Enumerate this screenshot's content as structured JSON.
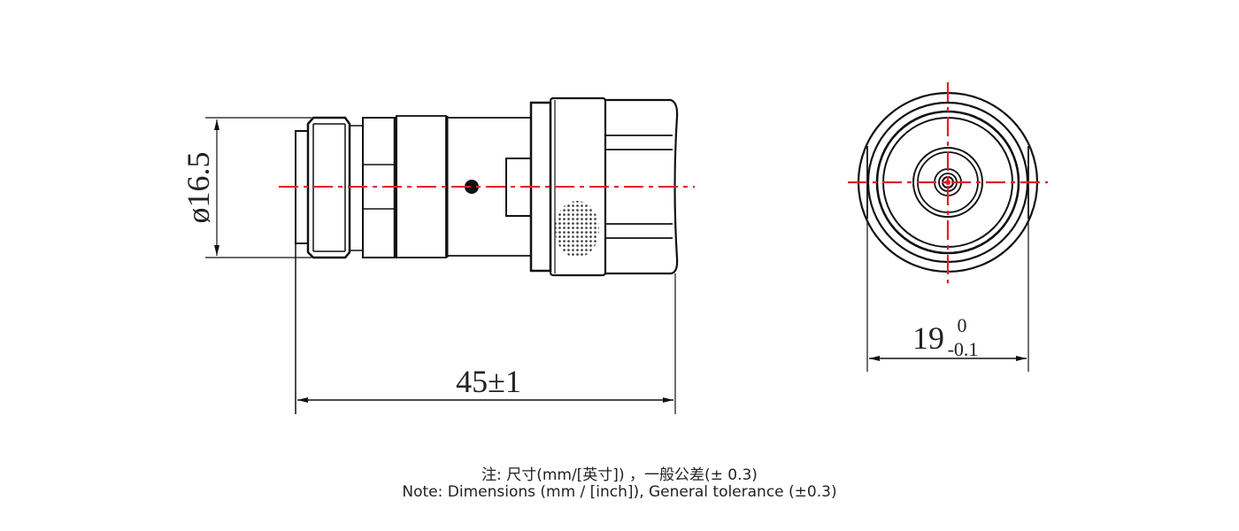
{
  "diagram": {
    "type": "technical-drawing",
    "subject": "connector",
    "views": {
      "side": {
        "diameter_label": "ø16.5",
        "length_label": "45±1"
      },
      "end": {
        "width_main": "19",
        "tolerance_upper": "0",
        "tolerance_lower": "-0.1"
      }
    },
    "colors": {
      "line": "#111111",
      "centerline": "#e0202a",
      "dimension": "#333333"
    }
  },
  "notes": {
    "chinese": "注: 尺寸(mm/[英寸]) ，一般公差(± 0.3)",
    "english": "Note: Dimensions (mm / [inch]), General tolerance (±0.3)"
  }
}
